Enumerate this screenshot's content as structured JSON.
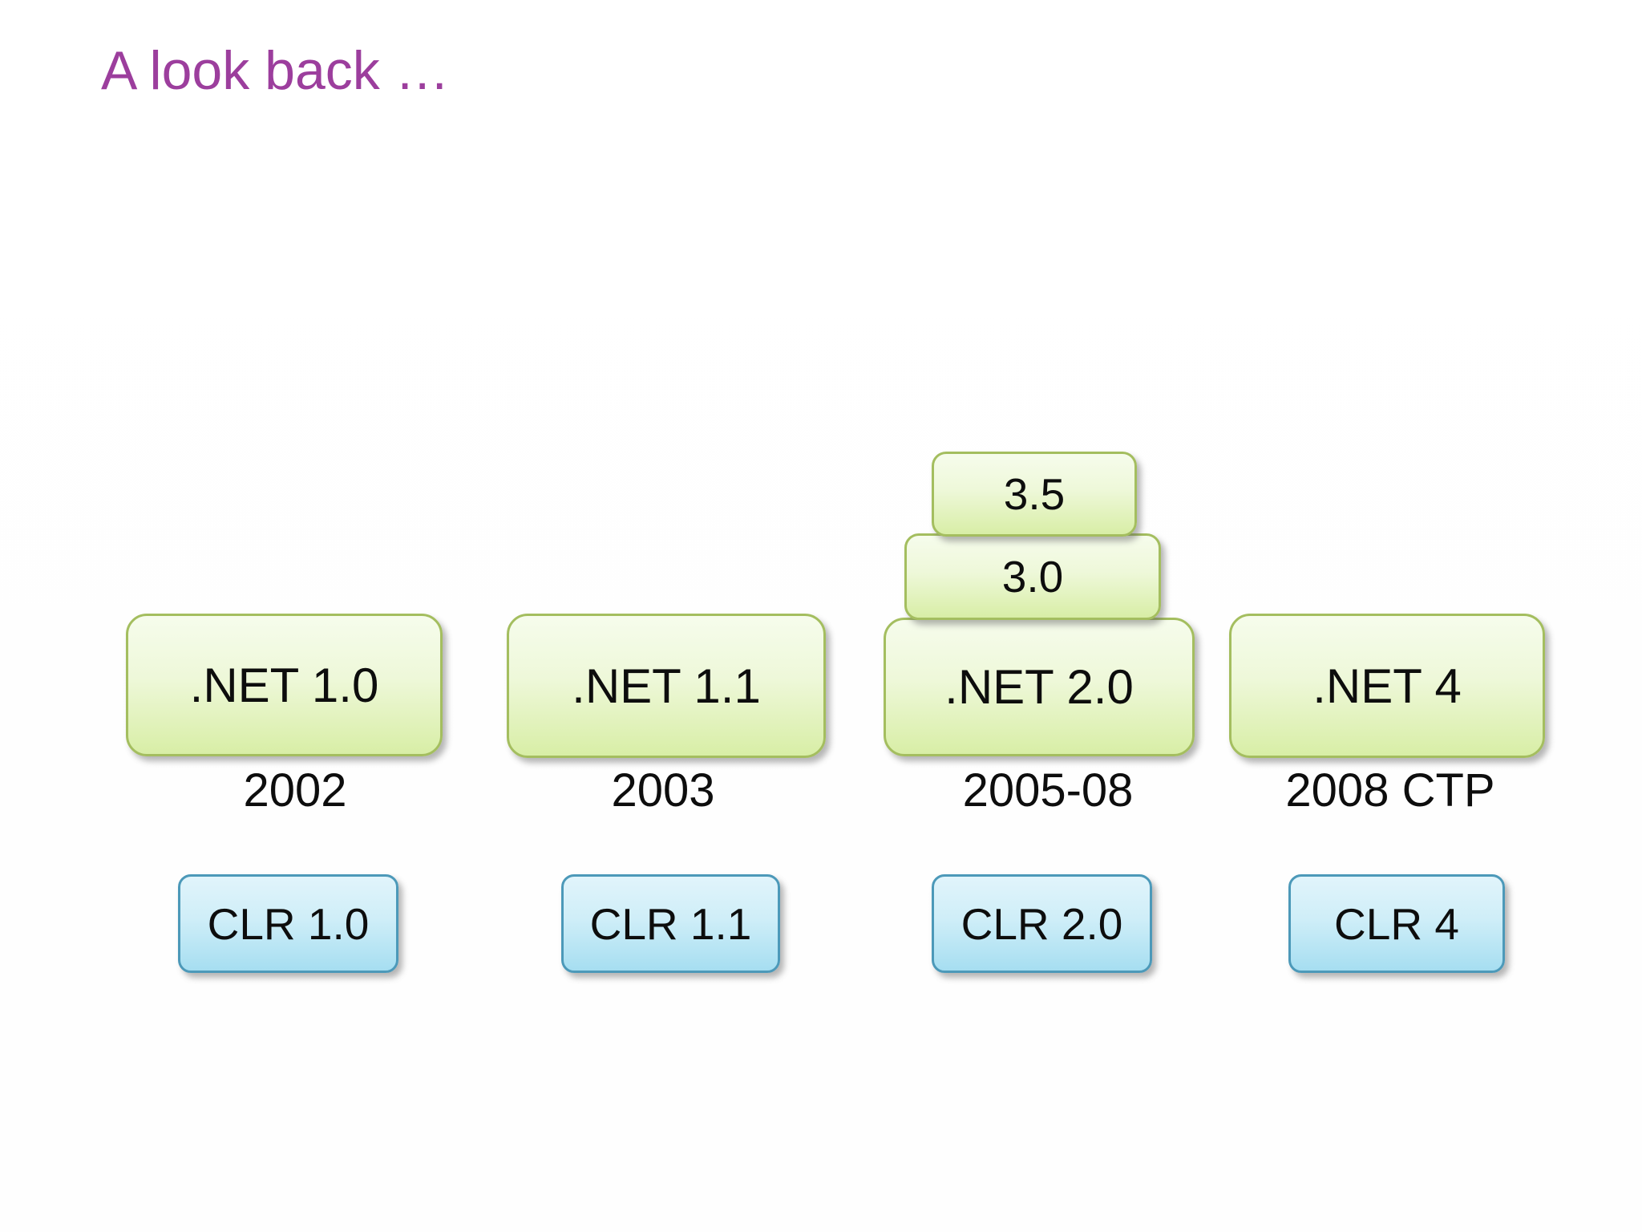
{
  "slide": {
    "title": "A look back …"
  },
  "columns": [
    {
      "net_label": ".NET 1.0",
      "year": "2002",
      "clr_label": "CLR 1.0",
      "stacked_versions_top_to_bottom": []
    },
    {
      "net_label": ".NET 1.1",
      "year": "2003",
      "clr_label": "CLR 1.1",
      "stacked_versions_top_to_bottom": []
    },
    {
      "net_label": ".NET 2.0",
      "year": "2005-08",
      "clr_label": "CLR 2.0",
      "stacked_versions_top_to_bottom": [
        "3.5",
        "3.0"
      ]
    },
    {
      "net_label": ".NET 4",
      "year": "2008 CTP",
      "clr_label": "CLR 4",
      "stacked_versions_top_to_bottom": []
    }
  ],
  "colors": {
    "title_color": "#9c3e9d",
    "green_fill_bottom": "#d8eea6",
    "green_border": "#a4be5f",
    "blue_fill_bottom": "#a6def1",
    "blue_border": "#4c99b9",
    "text_color": "#0d0d0d"
  }
}
